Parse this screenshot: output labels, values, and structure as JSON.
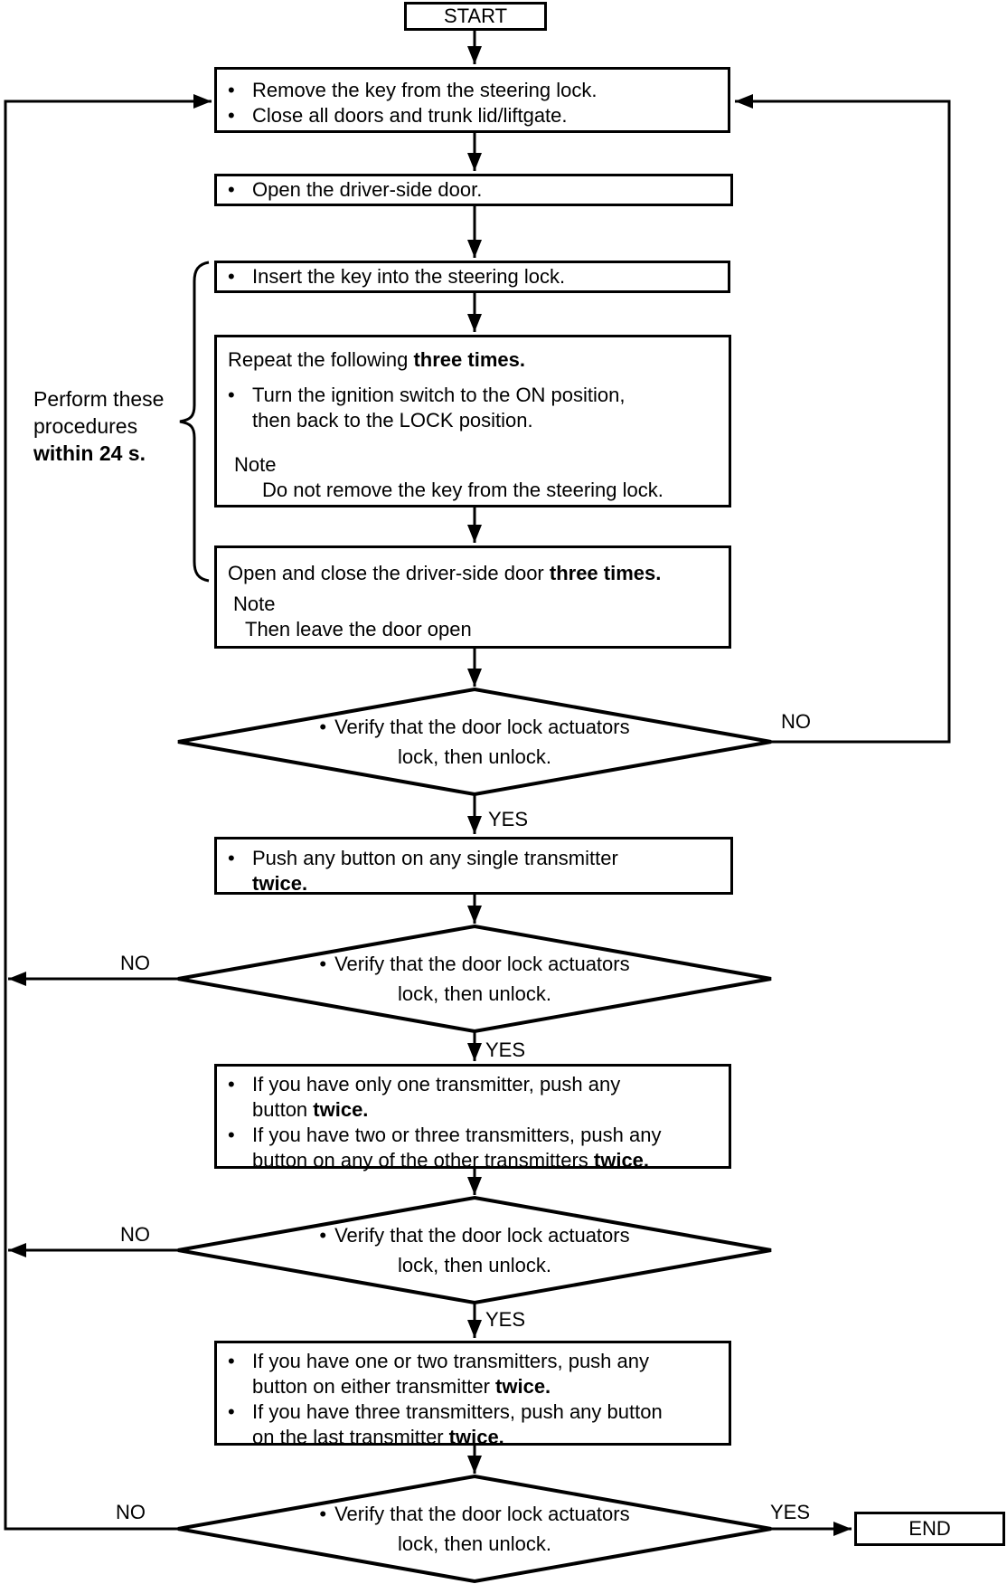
{
  "glyphs": {
    "bullet": "•"
  },
  "colors": {
    "stroke": "#000000",
    "background": "#ffffff",
    "text": "#000000"
  },
  "labels": {
    "yes": "YES",
    "no": "NO"
  },
  "side_note": {
    "line1": "Perform these",
    "line2": "procedures",
    "line3": "within 24 s."
  },
  "nodes": {
    "start": "START",
    "end": "END",
    "remove_key": {
      "bullet1": "Remove the key from the steering lock.",
      "bullet2": "Close all doors and trunk lid/liftgate."
    },
    "open_door": {
      "bullet1": "Open the driver-side door."
    },
    "insert_key": {
      "bullet1": "Insert the key into the steering lock."
    },
    "ignition_cycle": {
      "heading": "Repeat the following ",
      "heading_bold": "three times.",
      "bullet1": "Turn the ignition switch to the ON position,",
      "bullet1_cont": "then back to the LOCK position.",
      "note_label": "Note",
      "note_text": "Do not remove the key from the steering lock."
    },
    "door_cycle": {
      "line": "Open and close the driver-side door ",
      "line_bold": "three times.",
      "note_label": "Note",
      "note_text": "Then leave the door open"
    },
    "verify": {
      "line1": "Verify that the door lock actuators",
      "line2": "lock, then unlock."
    },
    "push_any": {
      "bullet1": "Push any button on any single transmitter",
      "bullet1_cont_bold": "twice."
    },
    "push_other": {
      "bullet1": "If you have only one transmitter, push any",
      "bullet1_cont": "button ",
      "bullet1_cont_bold": "twice.",
      "bullet2": "If you have two or three transmitters, push any",
      "bullet2_cont": "button on any of the other transmitters ",
      "bullet2_cont_bold": "twice."
    },
    "push_last": {
      "bullet1": "If you have one or two transmitters, push any",
      "bullet1_cont": "button on either transmitter ",
      "bullet1_cont_bold": "twice.",
      "bullet2": "If you have three transmitters, push any button",
      "bullet2_cont": "on the last transmitter ",
      "bullet2_cont_bold": "twice."
    }
  }
}
